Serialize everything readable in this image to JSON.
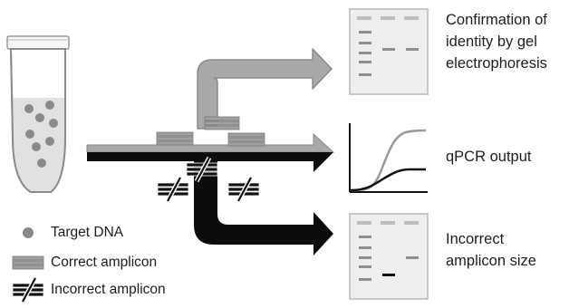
{
  "labels": {
    "confirmation": [
      "Confirmation of",
      "identity by gel",
      "electrophoresis"
    ],
    "qpcr": "qPCR output",
    "incorrect_size": [
      "Incorrect",
      "amplicon size"
    ]
  },
  "legend": {
    "target_dna": "Target DNA",
    "correct_amplicon": "Correct amplicon",
    "incorrect_amplicon": "Incorrect amplicon"
  },
  "colors": {
    "gray_arrow": "#a8a8a8",
    "gray_arrow_outline": "#8a8a8a",
    "black_arrow": "#0c0c0c",
    "gel_background": "#eeeeee",
    "gel_border": "#c8c8c8",
    "band": "#8f8f8f",
    "dna_dot": "#888888",
    "curve_gray": "#9a9a9a",
    "curve_black": "#111111"
  },
  "icons": [
    "tube-icon",
    "target-dna-dot-icon",
    "correct-amplicon-icon",
    "incorrect-amplicon-icon",
    "gel-icon",
    "qpcr-plot-icon"
  ]
}
